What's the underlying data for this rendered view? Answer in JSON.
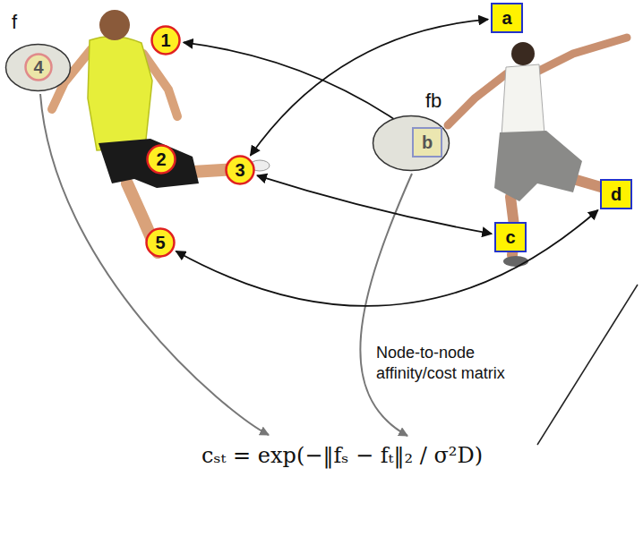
{
  "diagram": {
    "nodes": [
      {
        "text": [
          "f"
        ]
      },
      {
        "text": [
          "1"
        ]
      },
      {
        "text": [
          "2"
        ]
      },
      {
        "text": [
          "3"
        ]
      },
      {
        "text": [
          "4"
        ],
        "in": 0
      },
      {
        "text": [
          "5"
        ]
      },
      {
        "text": [
          "a"
        ]
      },
      {
        "text": [
          "fb"
        ]
      },
      {
        "text": [
          "b"
        ],
        "in": 7
      },
      {
        "text": [
          "c"
        ]
      },
      {
        "text": [
          "d"
        ]
      }
    ],
    "edges": [
      {
        "from": 1,
        "to": 8,
        "arrow": "both"
      },
      {
        "from": 6,
        "to": 3,
        "arrow": "both"
      },
      {
        "from": 3,
        "to": 9,
        "arrow": "both"
      },
      {
        "from": 5,
        "to": 10,
        "arrow": "both"
      }
    ],
    "labels": [
      "Node-to-node affinity/cost matrix",
      "cₛₜ = exp(−‖fₛ − fₜ‖₂ / σ²D)"
    ]
  }
}
